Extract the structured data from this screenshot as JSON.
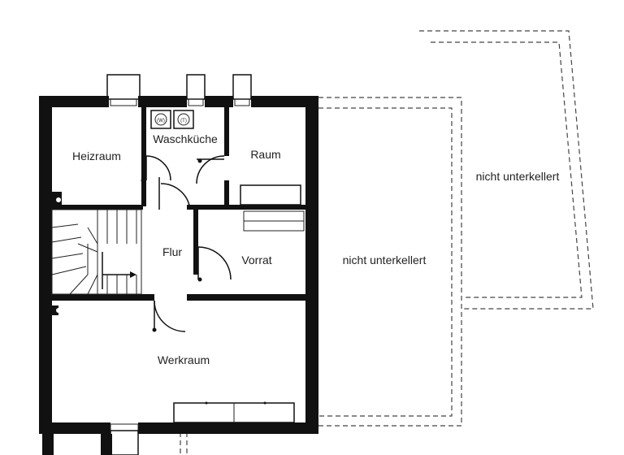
{
  "rooms": {
    "heizraum": "Heizraum",
    "waschkueche": "Waschküche",
    "raum": "Raum",
    "flur": "Flur",
    "vorrat": "Vorrat",
    "werkraum": "Werkraum"
  },
  "areas": {
    "center": "nicht unterkellert",
    "right": "nicht unterkellert"
  },
  "appliances": {
    "washer": "(W)",
    "dryer": "(T)"
  }
}
